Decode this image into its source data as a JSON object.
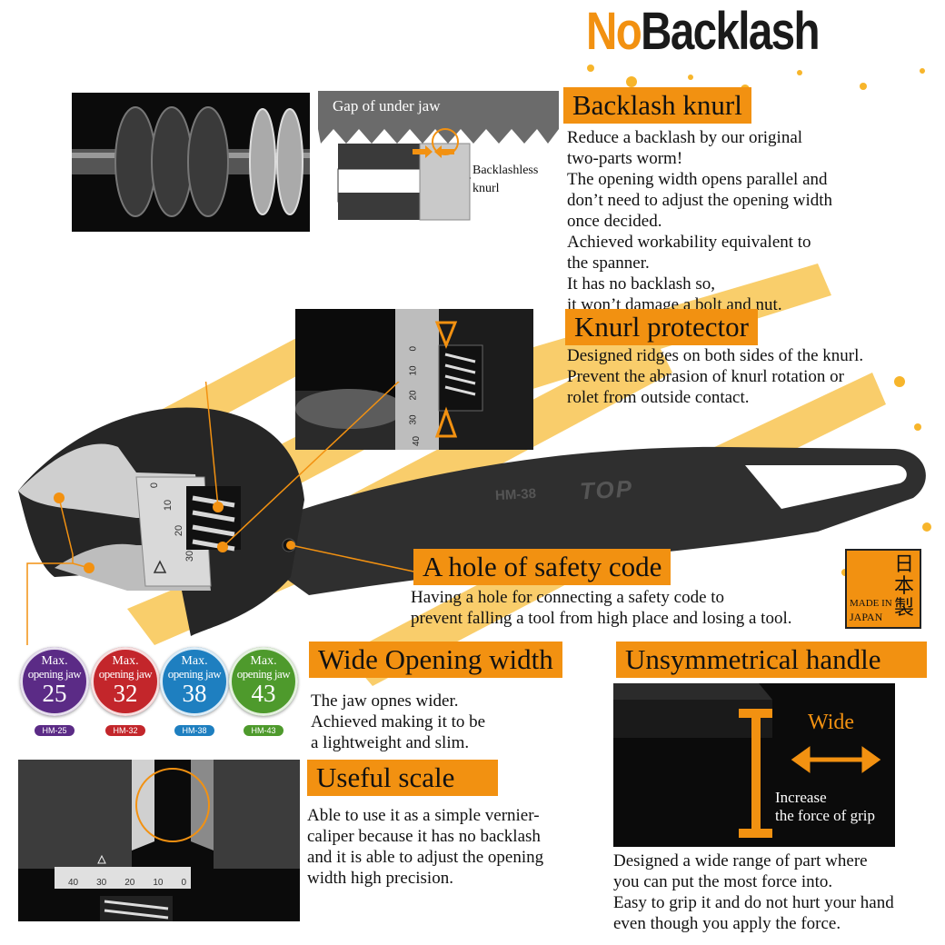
{
  "title": {
    "part1": "No",
    "part2": "Backlash"
  },
  "colors": {
    "accent": "#f29111",
    "dark": "#111111",
    "purple": "#5b2b86",
    "red": "#c3262b",
    "blue": "#1e7fc0",
    "green": "#4e9a2c"
  },
  "backlash_diagram": {
    "gap_label": "Gap of under jaw",
    "knurl_label": "Backlashless\nknurl"
  },
  "sections": {
    "backlash_knurl": {
      "label": "Backlash knurl",
      "text": "Reduce a backlash by our original\ntwo-parts worm!\nThe opening width opens parallel and\ndon’t need to adjust the opening width\nonce decided.\nAchieved workability equivalent to\nthe spanner.\nIt has  no backlash so,\n it won’t damage a bolt and nut."
    },
    "knurl_protector": {
      "label": "Knurl protector",
      "text": "Designed ridges on both sides of the knurl.\nPrevent the abrasion of  knurl rotation or\nrolet from outside contact."
    },
    "safety_code": {
      "label": "A hole of safety code",
      "text": "Having a hole for connecting a safety code to\nprevent falling a tool from high place and losing a tool."
    },
    "wide_opening": {
      "label": "Wide Opening width",
      "text": "The jaw opnes wider.\nAchieved making it to be\na lightweight and slim."
    },
    "unsymmetrical_handle": {
      "label": "Unsymmetrical handle",
      "text": "Designed a wide range of part where\nyou can put the most force into.\nEasy to grip it and do not hurt your hand\neven though you apply the force.",
      "wide_label": "Wide",
      "grip_label": "Increase\nthe force of grip"
    },
    "useful_scale": {
      "label": "Useful scale",
      "text": "Able to use it as a simple vernier-\ncaliper because it has no backlash\nand it is able to adjust the opening\nwidth high precision."
    }
  },
  "wrench": {
    "model": "HM-38",
    "brand": "TOP",
    "scale_ticks": [
      "0",
      "10",
      "20",
      "30"
    ]
  },
  "inset_scale_ticks": [
    "0",
    "10",
    "20",
    "30",
    "40"
  ],
  "bottom_scale_ticks": [
    "40",
    "30",
    "20",
    "10",
    "0"
  ],
  "made_in_japan": {
    "kanji": [
      "日",
      "本",
      "製"
    ],
    "line1": "MADE IN",
    "line2": "JAPAN"
  },
  "badges": [
    {
      "line1": "Max.",
      "line2": "opening jaw",
      "value": "25",
      "code": "HM-25",
      "color": "#5b2b86"
    },
    {
      "line1": "Max.",
      "line2": "opening jaw",
      "value": "32",
      "code": "HM-32",
      "color": "#c3262b"
    },
    {
      "line1": "Max.",
      "line2": "opening jaw",
      "value": "38",
      "code": "HM-38",
      "color": "#1e7fc0"
    },
    {
      "line1": "Max.",
      "line2": "opening jaw",
      "value": "43",
      "code": "HM-43",
      "color": "#4e9a2c"
    }
  ]
}
